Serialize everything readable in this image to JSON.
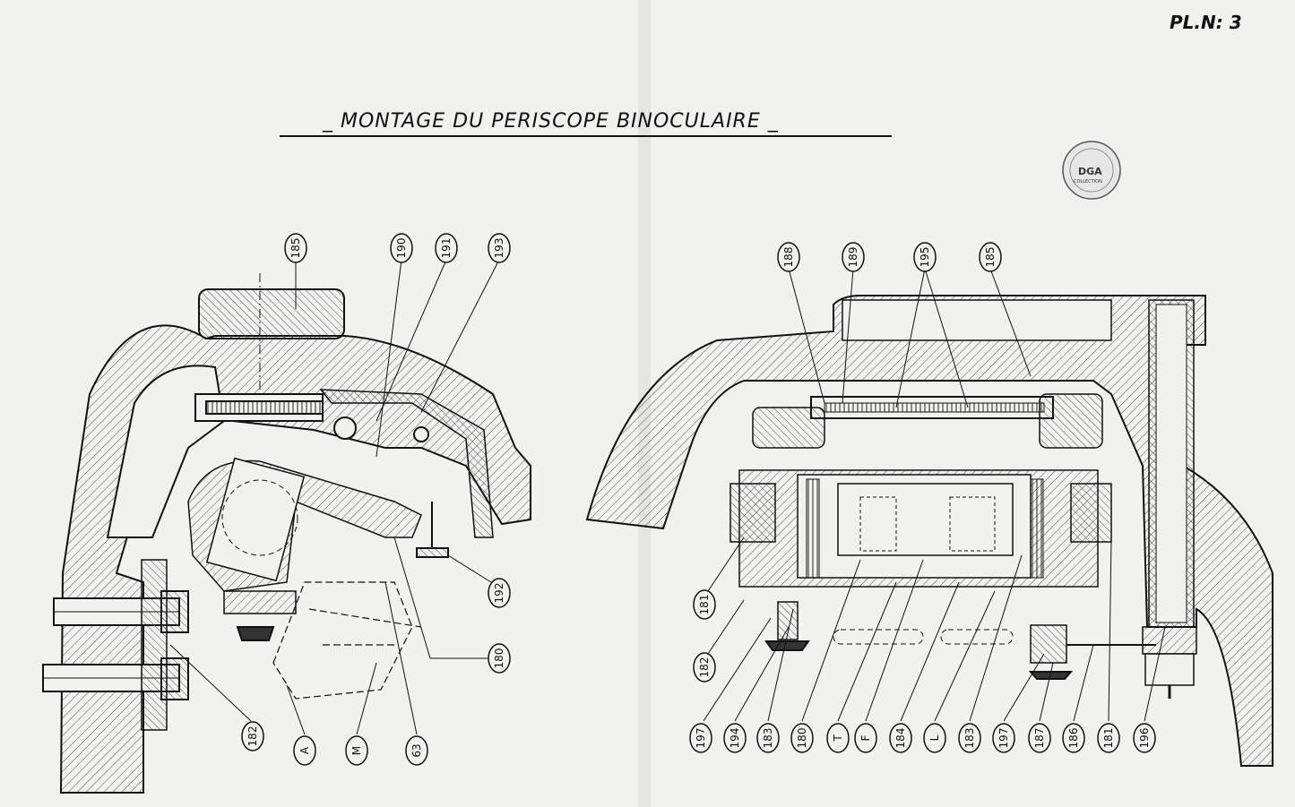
{
  "plate": "PL.N: 3",
  "title": "_ MONTAGE DU PERISCOPE BINOCULAIRE _",
  "stamp": {
    "main": "DGA",
    "sub": "COLLECTION"
  },
  "left_view": {
    "top_labels": [
      "185",
      "190",
      "191",
      "193"
    ],
    "side_labels": [
      "192",
      "180"
    ],
    "bottom_labels": [
      "182",
      "A",
      "M",
      "63"
    ]
  },
  "right_view": {
    "top_labels": [
      "188",
      "189",
      "195",
      "185"
    ],
    "side_labels": [
      "181",
      "182"
    ],
    "bottom_labels": [
      "197",
      "194",
      "183",
      "180",
      "T",
      "F",
      "184",
      "L",
      "183",
      "197",
      "187",
      "186",
      "181",
      "196"
    ]
  },
  "colors": {
    "paper": "#f1f1f0",
    "ink": "#111111",
    "hatch": "#3a3a3a"
  }
}
